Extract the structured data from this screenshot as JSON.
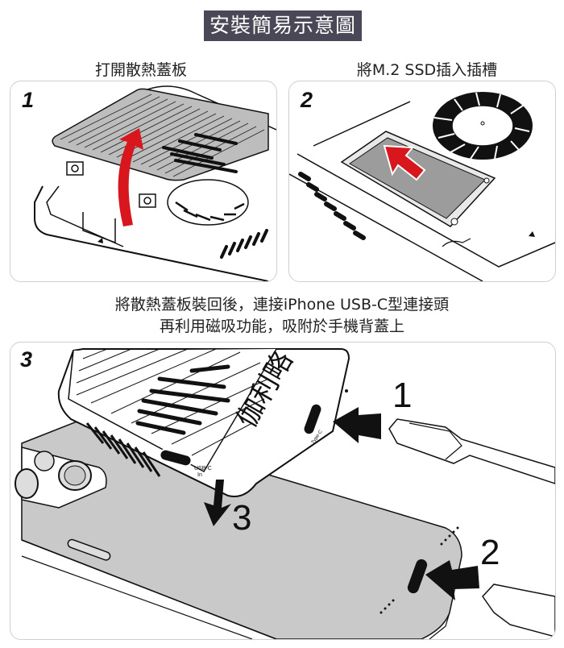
{
  "header": {
    "title": "安裝簡易示意圖"
  },
  "steps": [
    {
      "number": "1",
      "heading": "打開散熱蓋板"
    },
    {
      "number": "2",
      "heading": "將M.2 SSD插入插槽"
    },
    {
      "number": "3"
    }
  ],
  "caption": {
    "line1": "將散熱蓋板裝回後，連接iPhone USB-C型連接頭",
    "line2": "再利用磁吸功能，吸附於手機背蓋上"
  },
  "step3_labels": {
    "brand": "伽利略",
    "port_in_label": "USB-C",
    "port_in_sub": "In",
    "port_typec_label": "Type-C",
    "callout_1": "1",
    "callout_2": "2",
    "callout_3": "3"
  },
  "colors": {
    "title_bg": "#4a4756",
    "arrow_red": "#d7161d",
    "device_gray": "#c9c9c9",
    "panel_border": "#cfcfcf"
  }
}
